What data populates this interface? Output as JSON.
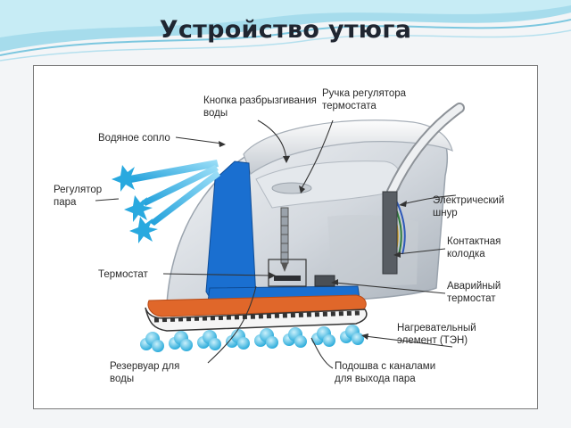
{
  "slide": {
    "title": "Устройство утюга"
  },
  "labels": {
    "spray_button": [
      "Кнопка разбрызгивания",
      "воды"
    ],
    "thermostat_knob": [
      "Ручка регулятора",
      "термостата"
    ],
    "water_nozzle": [
      "Водяное сопло"
    ],
    "steam_regulator": [
      "Регулятор",
      "пара"
    ],
    "electric_cord": [
      "Электрический",
      "шнур"
    ],
    "contact_block": [
      "Контактная",
      "колодка"
    ],
    "thermostat": [
      "Термостат"
    ],
    "emergency_thermostat": [
      "Аварийный",
      "термостат"
    ],
    "heating_element": [
      "Нагревательный",
      "элемент (ТЭН)"
    ],
    "water_reservoir": [
      "Резервуар для",
      "воды"
    ],
    "soleplate": [
      "Подошва с каналами",
      "для выхода пара"
    ]
  },
  "colors": {
    "reservoir_blue": "#1a6fd0",
    "heating_orange": "#e0672a",
    "steam_cyan": "#29a9df",
    "leader_line": "#333333",
    "slide_accent": "#8fd0e6"
  }
}
